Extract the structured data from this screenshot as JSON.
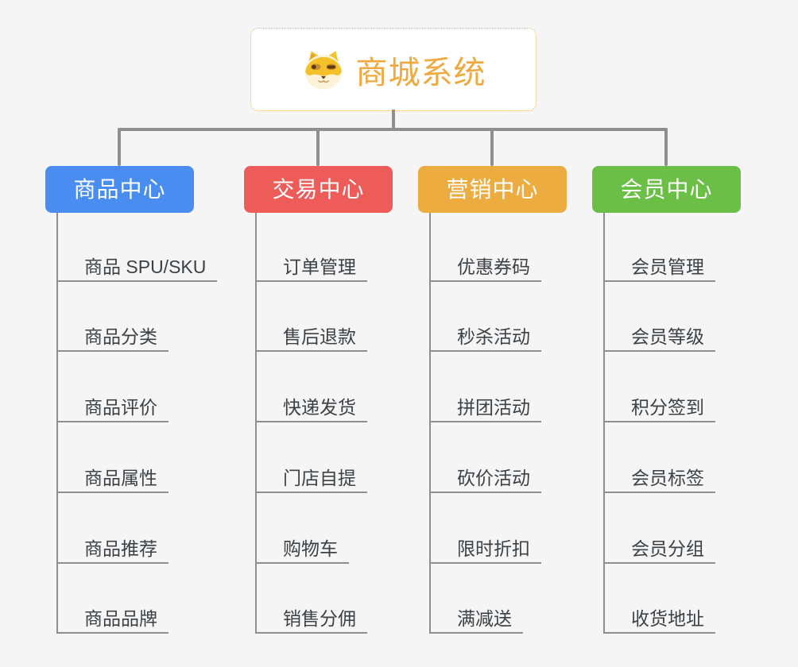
{
  "root": {
    "title": "商城系统",
    "icon": "doge-icon",
    "title_color": "#EFA93E",
    "border_color": "#F2B050"
  },
  "palette": {
    "background": "#F5F5F5",
    "connector_gray": "#8F8F8F",
    "leaf_text": "#3C4146"
  },
  "branches": [
    {
      "label": "商品中心",
      "color": "#4A8DF0",
      "items": [
        "商品 SPU/SKU",
        "商品分类",
        "商品评价",
        "商品属性",
        "商品推荐",
        "商品品牌"
      ]
    },
    {
      "label": "交易中心",
      "color": "#EE5C59",
      "items": [
        "订单管理",
        "售后退款",
        "快递发货",
        "门店自提",
        "购物车",
        "销售分佣"
      ]
    },
    {
      "label": "营销中心",
      "color": "#EDAC40",
      "items": [
        "优惠券码",
        "秒杀活动",
        "拼团活动",
        "砍价活动",
        "限时折扣",
        "满减送"
      ]
    },
    {
      "label": "会员中心",
      "color": "#6BBF47",
      "items": [
        "会员管理",
        "会员等级",
        "积分签到",
        "会员标签",
        "会员分组",
        "收货地址"
      ]
    }
  ]
}
